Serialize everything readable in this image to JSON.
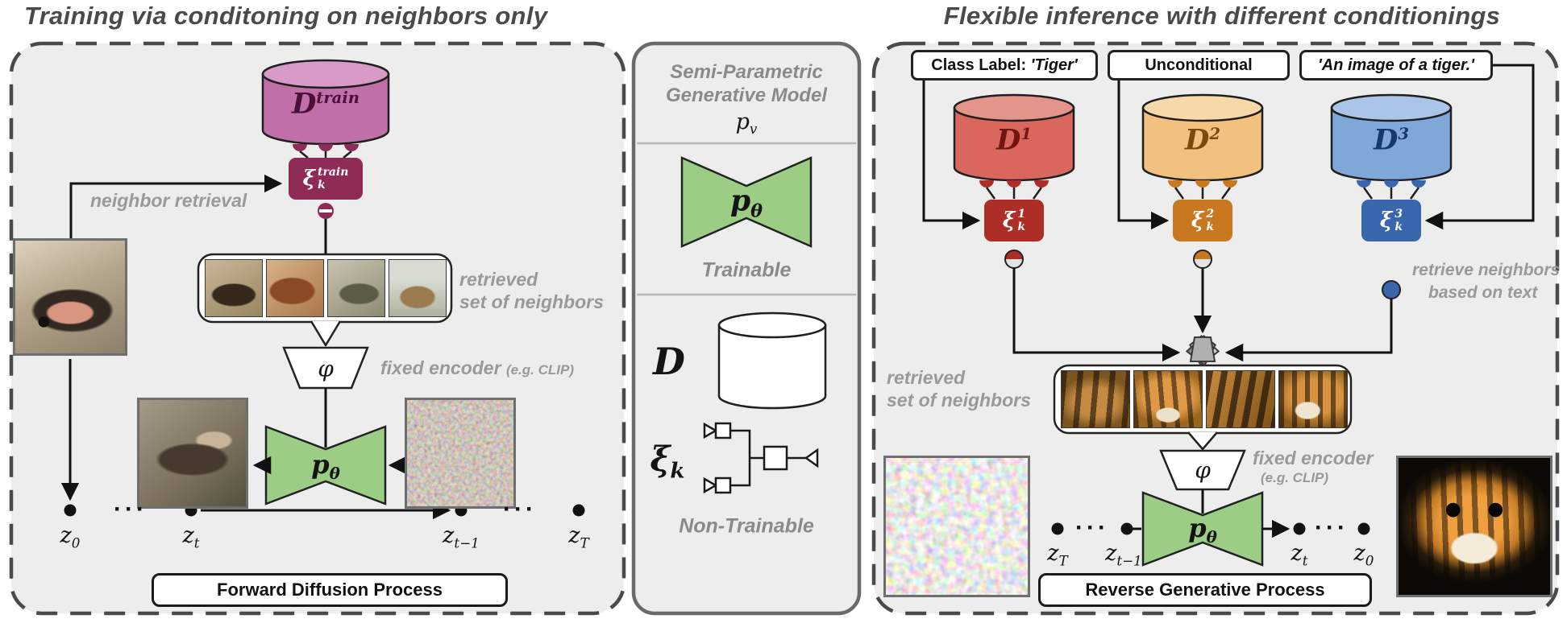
{
  "colors": {
    "panel_bg": "#ededed",
    "panel_border": "#4a4a4a",
    "accent_green": "#9bcd84",
    "train_db_body": "#c06fa8",
    "train_db_top": "#d89bc7",
    "train_accent": "#8e2b57",
    "train_text": "#4a1038",
    "db1_body": "#d9675e",
    "db1_top": "#e4948a",
    "db1_accent": "#ad2e26",
    "db1_text": "#701511",
    "db2_body": "#f2c07f",
    "db2_top": "#f7d8a9",
    "db2_accent": "#c8791f",
    "db2_text": "#7c4a0d",
    "db3_body": "#7fa7d7",
    "db3_top": "#aac5e7",
    "db3_accent": "#3a66ae",
    "db3_text": "#16396d",
    "node_light": "#e3e3e3"
  },
  "left": {
    "title": "Training via conditoning on neighbors only",
    "db": {
      "base": "D",
      "sup": "train"
    },
    "xi": {
      "base": "ξ",
      "sup": "train",
      "sub": "k"
    },
    "neighbor_retrieval": "neighbor retrieval",
    "retrieved1": "retrieved",
    "retrieved2": "set of neighbors",
    "phi": "φ",
    "enc_label": "fixed encoder",
    "enc_note": "(e.g. CLIP)",
    "ptheta": {
      "base": "p",
      "sub": "θ"
    },
    "dots": "···",
    "z0": {
      "base": "z",
      "sub": "0"
    },
    "zt": {
      "base": "z",
      "sub": "t"
    },
    "ztm1": {
      "base": "z",
      "sub": "t−1"
    },
    "zT": {
      "base": "z",
      "sub": "T"
    },
    "process": "Forward Diffusion Process"
  },
  "legend": {
    "title1": "Semi-Parametric",
    "title2": "Generative Model",
    "pv": {
      "base": "p",
      "sub": "v"
    },
    "ptheta": {
      "base": "p",
      "sub": "θ"
    },
    "trainable": "Trainable",
    "db": "D",
    "xi": {
      "base": "ξ",
      "sub": "k"
    },
    "nontrainable": "Non-Trainable"
  },
  "right": {
    "title": "Flexible inference with different conditionings",
    "cond1_prefix": "Class Label: ",
    "cond1_value": "'Tiger'",
    "cond2": "Unconditional",
    "cond3": "'An image of a tiger.'",
    "db1": {
      "base": "D",
      "sup": "1"
    },
    "db2": {
      "base": "D",
      "sup": "2"
    },
    "db3": {
      "base": "D",
      "sup": "3"
    },
    "xi1": {
      "base": "ξ",
      "sup": "1",
      "sub": "k"
    },
    "xi2": {
      "base": "ξ",
      "sup": "2",
      "sub": "k"
    },
    "xi3": {
      "base": "ξ",
      "sup": "3",
      "sub": "k"
    },
    "retrieve1": "retrieve neighbors",
    "retrieve2": "based on text",
    "retrieved1": "retrieved",
    "retrieved2": "set of neighbors",
    "phi": "φ",
    "enc_label": "fixed encoder",
    "enc_note": "(e.g. CLIP)",
    "ptheta": {
      "base": "p",
      "sub": "θ"
    },
    "dots": "···",
    "zT": {
      "base": "z",
      "sub": "T"
    },
    "ztm1": {
      "base": "z",
      "sub": "t−1"
    },
    "zt": {
      "base": "z",
      "sub": "t"
    },
    "z0": {
      "base": "z",
      "sub": "0"
    },
    "process": "Reverse Generative Process"
  }
}
